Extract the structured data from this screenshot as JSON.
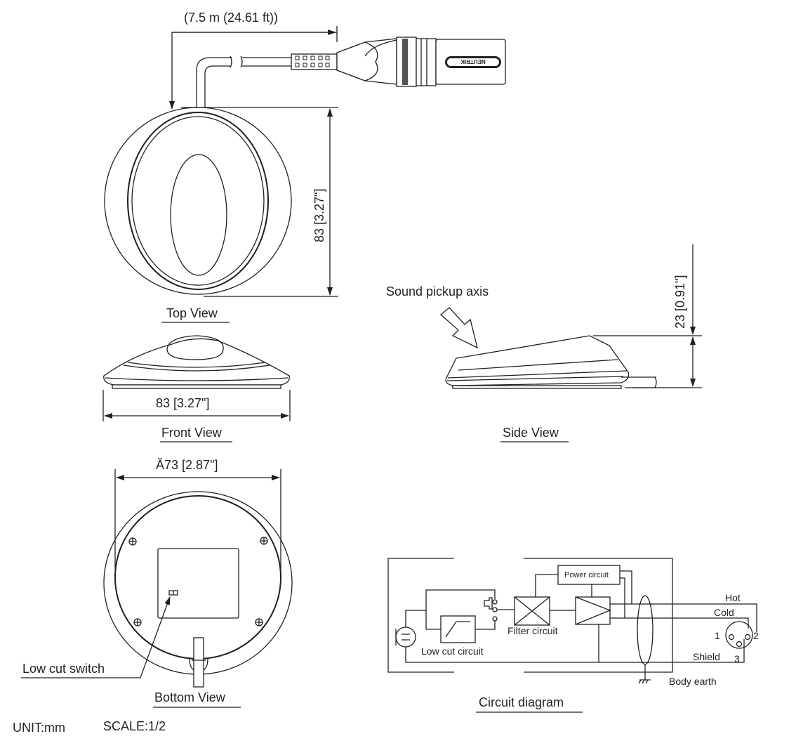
{
  "dimensions": {
    "cable_length": "(7.5 m (24.61 ft))",
    "top_height": "83 [3.27\"]",
    "front_width": "83 [3.27\"]",
    "side_height": "23 [0.91\"]",
    "bottom_diameter": "Ă73 [2.87\"]"
  },
  "views": {
    "top": "Top View",
    "front": "Front View",
    "side": "Side View",
    "bottom": "Bottom View",
    "circuit": "Circuit diagram"
  },
  "annotations": {
    "sound_pickup_axis": "Sound pickup axis",
    "low_cut_switch": "Low cut switch",
    "connector_brand": "NEUTRIK"
  },
  "circuit": {
    "power": "Power circuit",
    "filter": "Filter circuit",
    "low_cut": "Low cut circuit",
    "hot": "Hot",
    "cold": "Cold",
    "shield": "Shield",
    "pin1": "1",
    "pin2": "2",
    "pin3": "3",
    "body_earth": "Body earth"
  },
  "footer": {
    "unit": "UNIT:mm",
    "scale": "SCALE:1/2"
  }
}
